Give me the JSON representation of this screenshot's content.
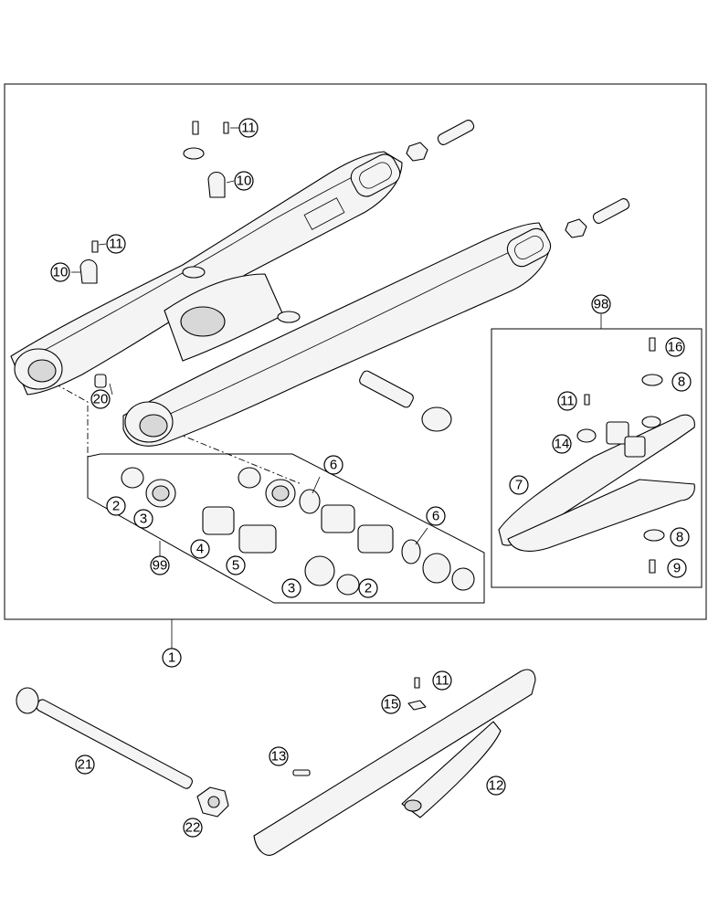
{
  "diagram": {
    "callouts": {
      "c1": "1",
      "c2a": "2",
      "c2b": "2",
      "c3a": "3",
      "c3b": "3",
      "c4": "4",
      "c5": "5",
      "c6a": "6",
      "c6b": "6",
      "c7": "7",
      "c8a": "8",
      "c8b": "8",
      "c9": "9",
      "c10a": "10",
      "c10b": "10",
      "c11a": "11",
      "c11b": "11",
      "c11c": "11",
      "c11d": "11",
      "c12": "12",
      "c13": "13",
      "c14": "14",
      "c15": "15",
      "c16": "16",
      "c20": "20",
      "c21": "21",
      "c22": "22",
      "c98": "98",
      "c99": "99"
    }
  }
}
